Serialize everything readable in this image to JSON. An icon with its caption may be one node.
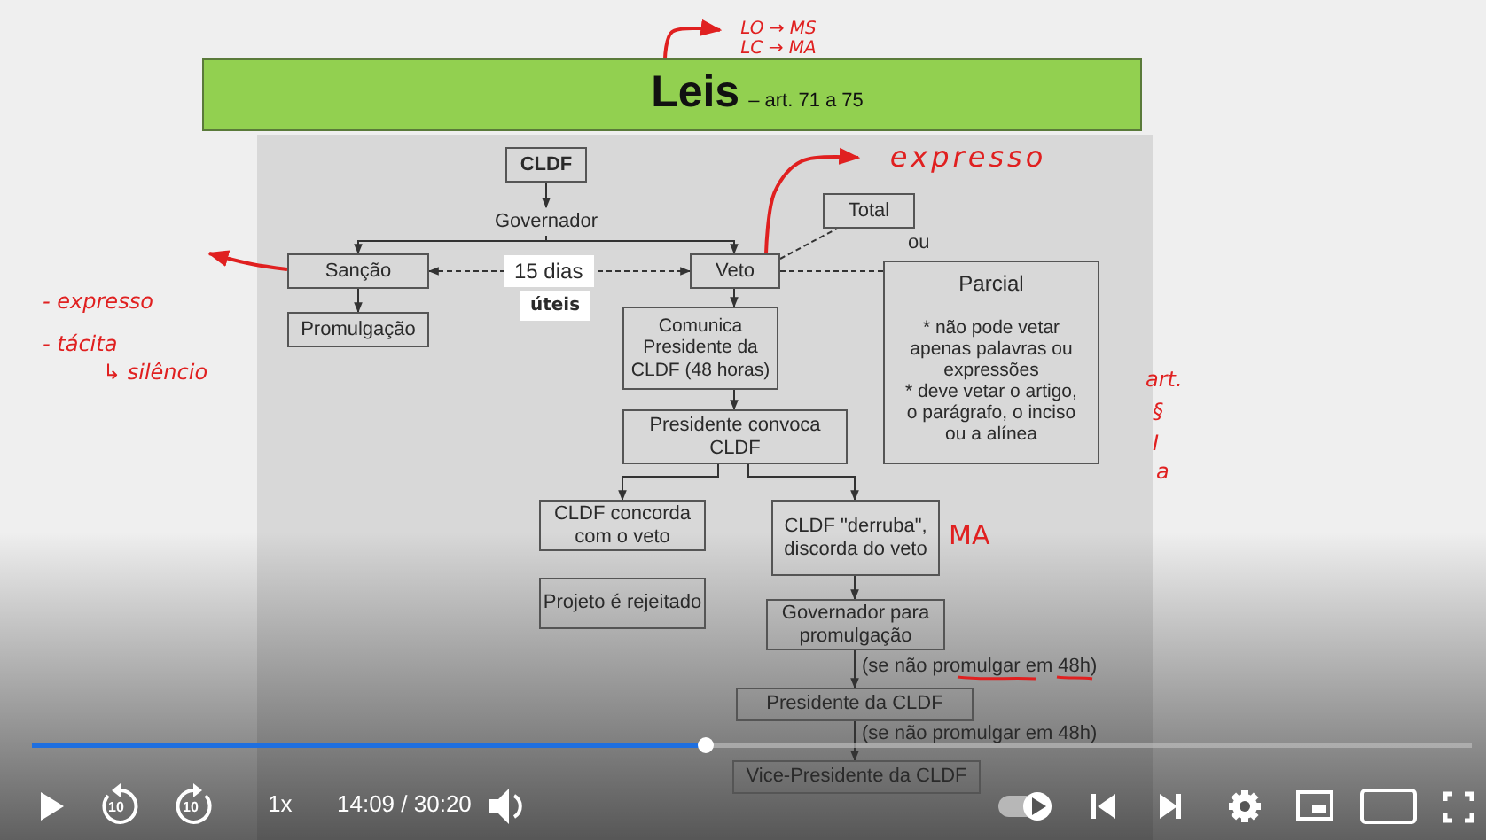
{
  "diagram": {
    "nodes": [
      {
        "text": [
          "Leis",
          "– art. 71 a 75"
        ]
      },
      {
        "text": [
          "CLDF"
        ]
      },
      {
        "text": [
          "Governador"
        ]
      },
      {
        "text": [
          "Sanção"
        ]
      },
      {
        "text": [
          "Promulgação"
        ]
      },
      {
        "text": [
          "Veto"
        ]
      },
      {
        "text": [
          "Total"
        ]
      },
      {
        "text": [
          "Parcial",
          "* não pode vetar apenas palavras ou expressões",
          "* deve vetar o artigo, o parágrafo, o inciso ou a alínea"
        ]
      },
      {
        "text": [
          "Comunica Presidente da CLDF (48 horas)"
        ]
      },
      {
        "text": [
          "Presidente convoca CLDF"
        ]
      },
      {
        "text": [
          "CLDF concorda com o veto"
        ]
      },
      {
        "text": [
          "CLDF \"derruba\", discorda do veto"
        ]
      },
      {
        "text": [
          "Projeto é rejeitado"
        ]
      },
      {
        "text": [
          "Governador para promulgação"
        ]
      },
      {
        "text": [
          "Presidente da CLDF"
        ]
      },
      {
        "text": [
          "Vice-Presidente da CLDF"
        ]
      },
      {
        "text": [
          "LO → MS",
          "LC → MA"
        ]
      },
      {
        "text": [
          "expresso"
        ]
      }
    ],
    "edges": [
      {
        "from": 1,
        "to": 2,
        "arrow": "to"
      },
      {
        "from": 2,
        "to": 3,
        "arrow": "to"
      },
      {
        "from": 2,
        "to": 5,
        "arrow": "to"
      },
      {
        "from": 3,
        "to": 4,
        "arrow": "to"
      },
      {
        "from": 3,
        "to": 5,
        "arrow": "both",
        "style": "dashed",
        "label": "15 dias"
      },
      {
        "from": 5,
        "to": 6,
        "arrow": "none",
        "style": "dashed"
      },
      {
        "from": 5,
        "to": 7,
        "arrow": "none",
        "style": "dashed"
      },
      {
        "from": 5,
        "to": 8,
        "arrow": "to"
      },
      {
        "from": 8,
        "to": 9,
        "arrow": "to"
      },
      {
        "from": 9,
        "to": 10,
        "arrow": "to"
      },
      {
        "from": 9,
        "to": 11,
        "arrow": "to"
      },
      {
        "from": 11,
        "to": 13,
        "arrow": "to"
      },
      {
        "from": 13,
        "to": 14,
        "arrow": "to"
      },
      {
        "from": 14,
        "to": 15,
        "arrow": "to"
      },
      {
        "from": 0,
        "to": 16,
        "arrow": "to",
        "color": "#e02020"
      },
      {
        "from": 5,
        "to": 17,
        "arrow": "to",
        "color": "#e02020"
      },
      {
        "from": 3,
        "to": null,
        "arrow": "to",
        "color": "#e02020"
      }
    ],
    "labels": [
      "ou",
      "úteis",
      "- expresso",
      "- tácita",
      "↳ silêncio",
      "art.",
      "§",
      "I",
      "a",
      "MA",
      "(se não promulgar em 48h)",
      "(se não promulgar em 48h)",
      "10",
      "10",
      "1x",
      "14:09 / 30:20"
    ]
  }
}
